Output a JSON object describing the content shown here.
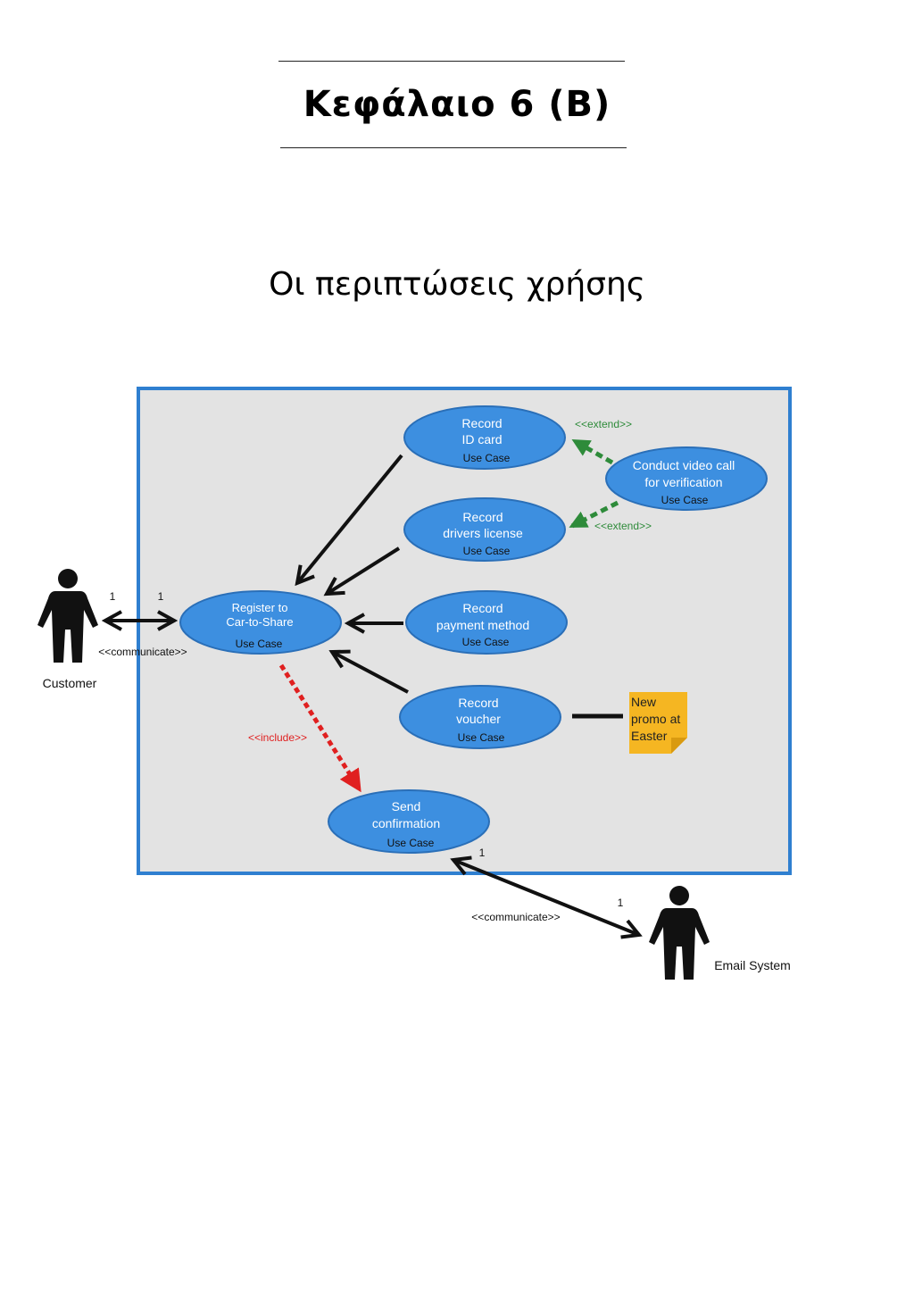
{
  "document": {
    "chapter_title": "Κεφάλαιο 6 (Β)",
    "section_title": "Οι περιπτώσεις χρήσης"
  },
  "diagram": {
    "actors": {
      "customer": "Customer",
      "email_system": "Email System"
    },
    "use_cases": {
      "register": [
        "Register to",
        "Car-to-Share"
      ],
      "record_id": [
        "Record",
        "ID card"
      ],
      "record_license": [
        "Record",
        "drivers license"
      ],
      "record_payment": [
        "Record",
        "payment method"
      ],
      "record_voucher": [
        "Record",
        "voucher"
      ],
      "video_call": [
        "Conduct video call",
        "for verification"
      ],
      "send_confirmation": [
        "Send",
        "confirmation"
      ],
      "stereotype": "Use Case"
    },
    "labels": {
      "communicate": "<<communicate>>",
      "extend": "<<extend>>",
      "include": "<<include>>",
      "multiplicity": "1"
    },
    "note": [
      "New",
      "promo at",
      "Easter"
    ],
    "colors": {
      "use_case_fill": "#3d8fe0",
      "use_case_stroke": "#2a6fb8",
      "boundary_fill": "#e3e3e3",
      "boundary_stroke": "#2f7fd0",
      "extend": "#2e8b3a",
      "include": "#e02020",
      "note": "#f5b622"
    }
  }
}
